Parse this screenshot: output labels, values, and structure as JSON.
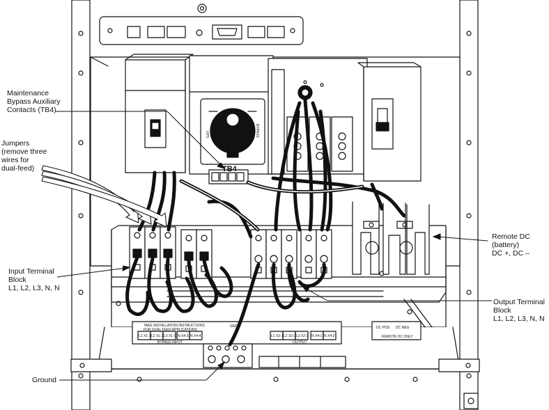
{
  "labels": {
    "maintenance_bypass": [
      "Maintenance",
      "Bypass Auxiliary",
      "Contacts (TB4)"
    ],
    "jumpers": [
      "Jumpers",
      "(remove three",
      "wires for",
      "dual-feed)"
    ],
    "input_terminal_block": [
      "Input Terminal",
      "Block",
      "L1, L2, L3, N, N"
    ],
    "ground": [
      "Ground"
    ],
    "remote_dc": [
      "Remote DC",
      "(battery)",
      "DC +, DC –"
    ],
    "output_terminal_block": [
      "Output Terminal",
      "Block",
      "L1, L2, L3, N, N"
    ]
  },
  "panel_text": {
    "tb4": "TB4",
    "ups": "UPS",
    "bypass": "BYPASS",
    "install_note_1": "TAKE INSTALLATION INSTRUCTIONS",
    "install_note_2": "FOR DUAL FEED APPLICATIONS",
    "bypass_input": "BYPASS INPUT",
    "output": "OUTPUT",
    "gnd": "GND",
    "dc_pos": "DC POS",
    "dc_neg": "DC NEG",
    "remote_dc_small": "REMOTE DC ONLY",
    "input_terms": [
      "L1 X1-1",
      "L2 X1-2",
      "L3 X1-3",
      "N X4-3",
      "N X4-4"
    ],
    "output_terms": [
      "L1 X2-1",
      "L2 X2-2",
      "L3 X2-3",
      "N X4-1",
      "N X4-2"
    ]
  }
}
